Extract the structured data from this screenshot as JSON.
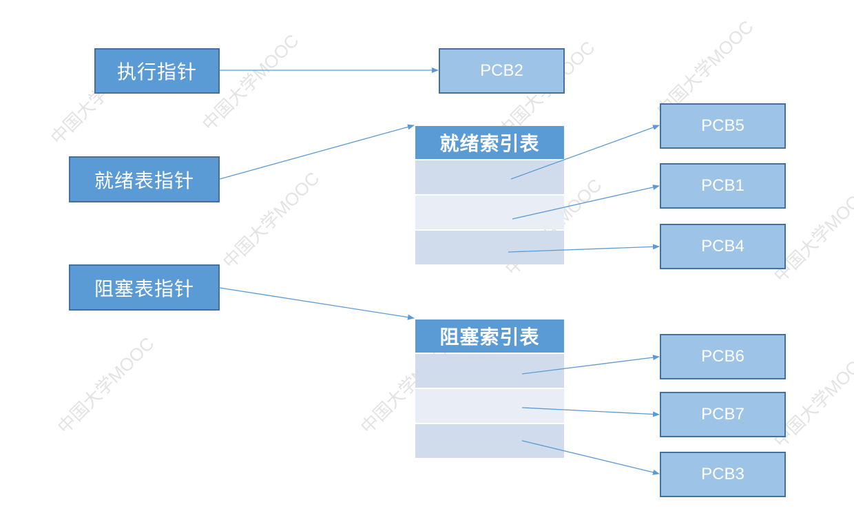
{
  "pointers": {
    "running": "执行指针",
    "ready": "就绪表指针",
    "blocked": "阻塞表指针"
  },
  "tables": {
    "ready_header": "就绪索引表",
    "blocked_header": "阻塞索引表"
  },
  "pcbs": {
    "pcb2": "PCB2",
    "pcb5": "PCB5",
    "pcb1": "PCB1",
    "pcb4": "PCB4",
    "pcb6": "PCB6",
    "pcb7": "PCB7",
    "pcb3": "PCB3"
  },
  "watermark": {
    "mooc": "中国大学MOOC"
  },
  "colors": {
    "pointer_fill": "#5b9bd5",
    "pcb_fill": "#9dc3e6",
    "border": "#41719c",
    "arrow": "#5b9bd5"
  }
}
